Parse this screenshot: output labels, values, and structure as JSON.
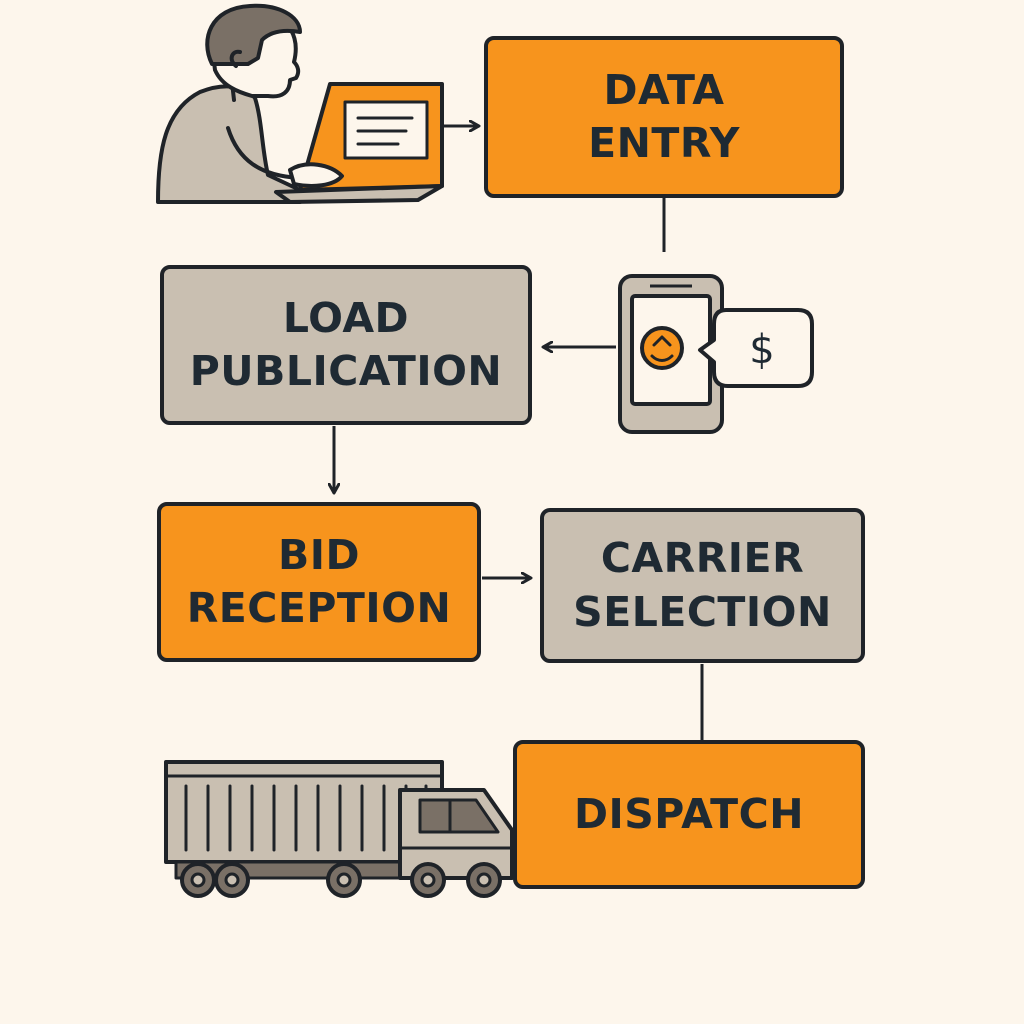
{
  "steps": {
    "data_entry": "DATA\nENTRY",
    "load_publication": "LOAD\nPUBLICATION",
    "bid_reception": "BID\nRECEPTION",
    "carrier_selection": "CARRIER\nSELECTION",
    "dispatch": "DISPATCH"
  },
  "phone_badge": "$",
  "icons": [
    "person-laptop-icon",
    "smartphone-icon",
    "dollar-speech-bubble-icon",
    "truck-icon"
  ],
  "colors": {
    "orange": "#f7941d",
    "gray": "#c9bfb1",
    "background": "#fdf6ec",
    "outline": "#1f2328"
  }
}
